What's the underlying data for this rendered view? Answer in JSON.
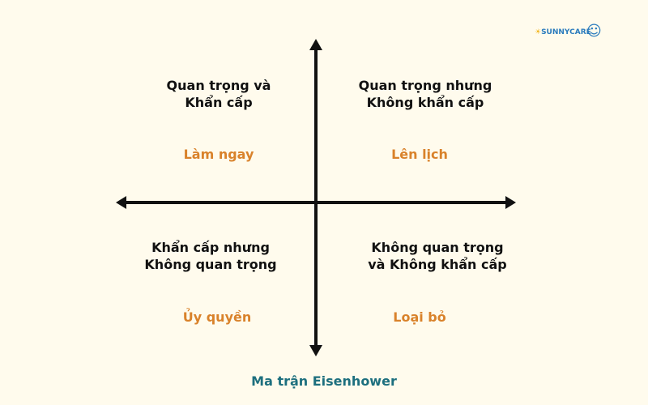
{
  "quadrants": [
    {
      "title": "Quan trọng và\nKhẩn cấp",
      "action": "Làm ngay"
    },
    {
      "title": "Quan trọng nhưng\nKhông khẩn cấp",
      "action": "Lên lịch"
    },
    {
      "title": "Khẩn cấp nhưng\nKhông quan trọng",
      "action": "Ủy quyền"
    },
    {
      "title": "Không quan trọng\nvà Không khẩn cấp",
      "action": "Loại bỏ"
    }
  ],
  "title": "Ma trận Eisenhower",
  "logo": "SUNNYCARE",
  "colors": {
    "background": "#fffbed",
    "action": "#d9822b",
    "title": "#1d6f7e"
  }
}
